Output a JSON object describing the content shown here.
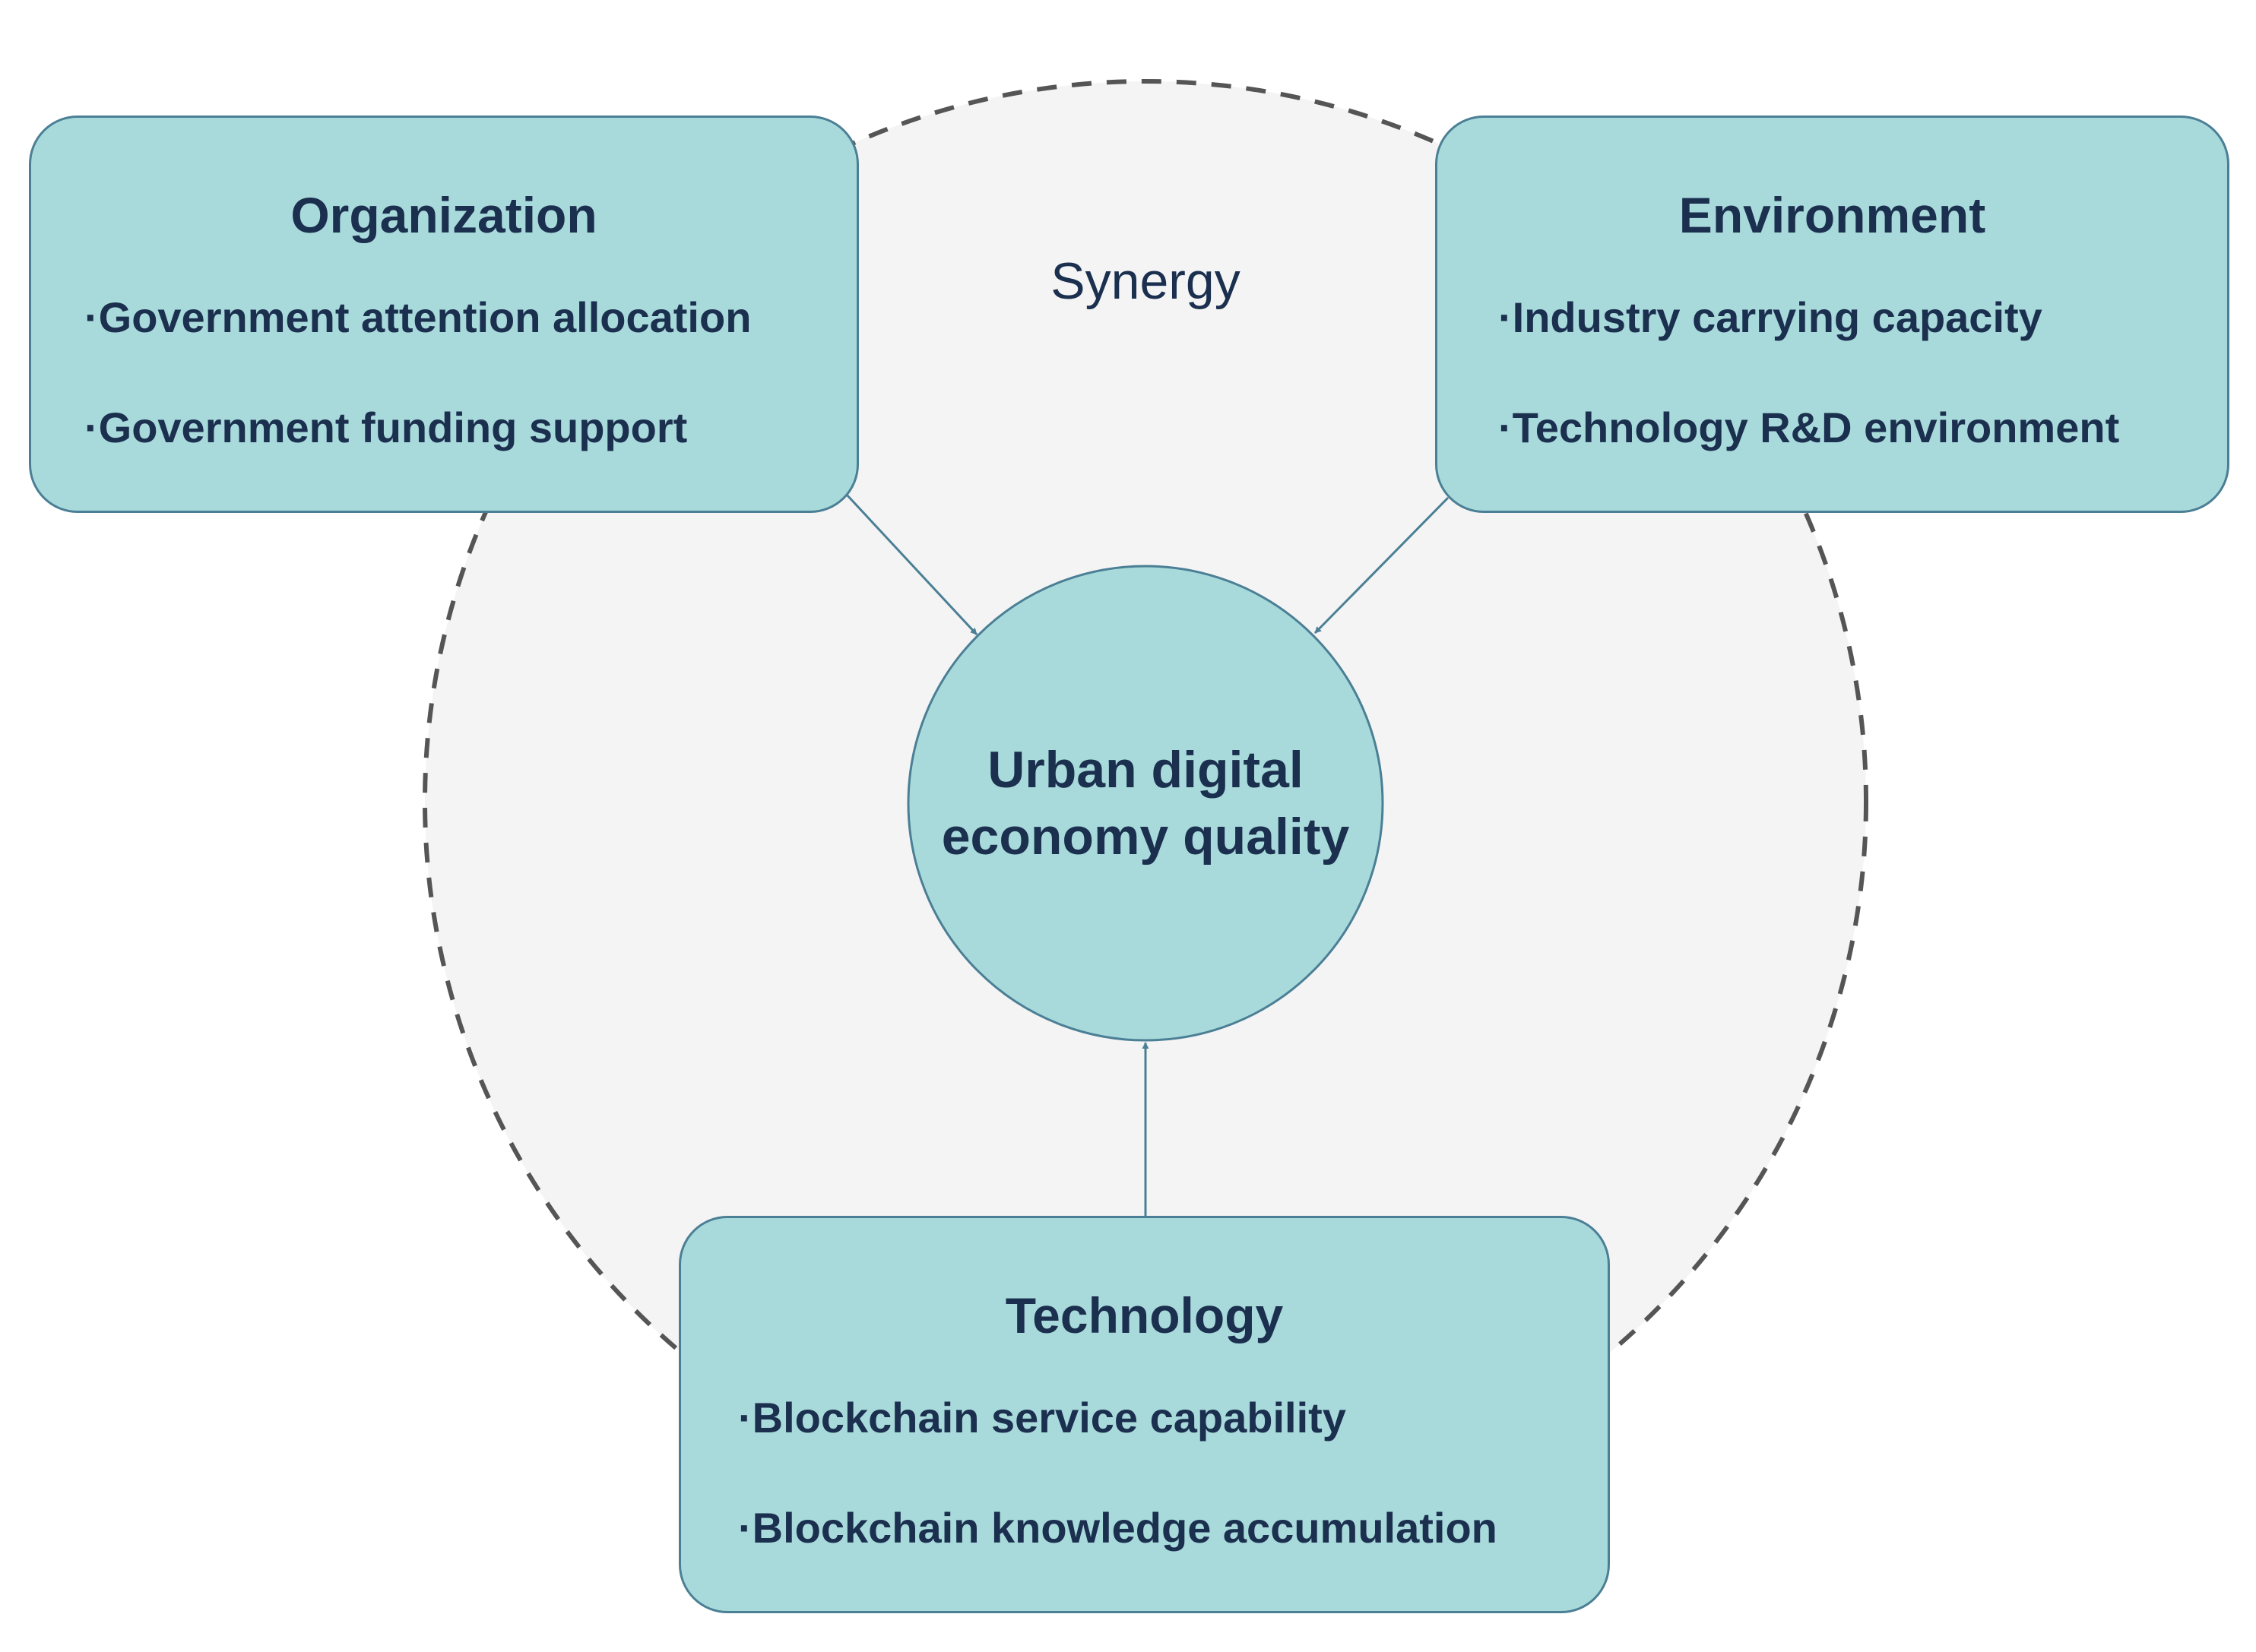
{
  "synergy": {
    "label": "Synergy"
  },
  "center": {
    "line1": "Urban digital",
    "line2": "economy quality"
  },
  "organization": {
    "title": "Organization",
    "items": [
      "·Government attention allocation",
      "·Government funding support"
    ]
  },
  "environment": {
    "title": "Environment",
    "items": [
      "·Industry carrying capacity",
      "·Technology R&D environment"
    ]
  },
  "technology": {
    "title": "Technology",
    "items": [
      "·Blockchain service capability",
      "·Blockchain knowledge accumulation"
    ]
  },
  "colors": {
    "box_fill": "#a9dadb",
    "box_border": "#4b7f95",
    "text": "#1b2f4f",
    "synergy_fill": "#f4f4f4",
    "synergy_stroke": "#555555",
    "arrow": "#4b7f95"
  }
}
